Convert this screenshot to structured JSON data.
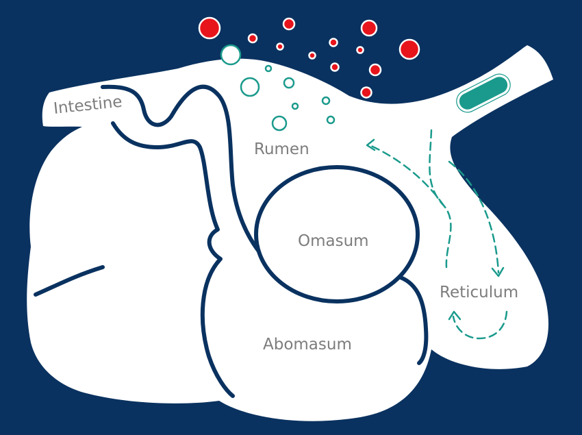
{
  "colors": {
    "background": "#0a3260",
    "organ_fill": "#ffffff",
    "outline": "#0a3260",
    "label_text": "#7d7d7d",
    "red_bubble": "#e8141c",
    "teal_bubble": "#1a9a8c",
    "teal_arrow": "#1a9a8c",
    "esophagus_pill": "#1a9a8c"
  },
  "labels": {
    "intestine": "Intestine",
    "rumen": "Rumen",
    "omasum": "Omasum",
    "abomasum": "Abomasum",
    "reticulum": "Reticulum"
  },
  "icons": {
    "gas_bubbles": "red-circle",
    "ingesta_bubbles": "teal-ring",
    "esophagus_bolus": "teal-pill",
    "flow_arrows": "dashed-arrow"
  }
}
